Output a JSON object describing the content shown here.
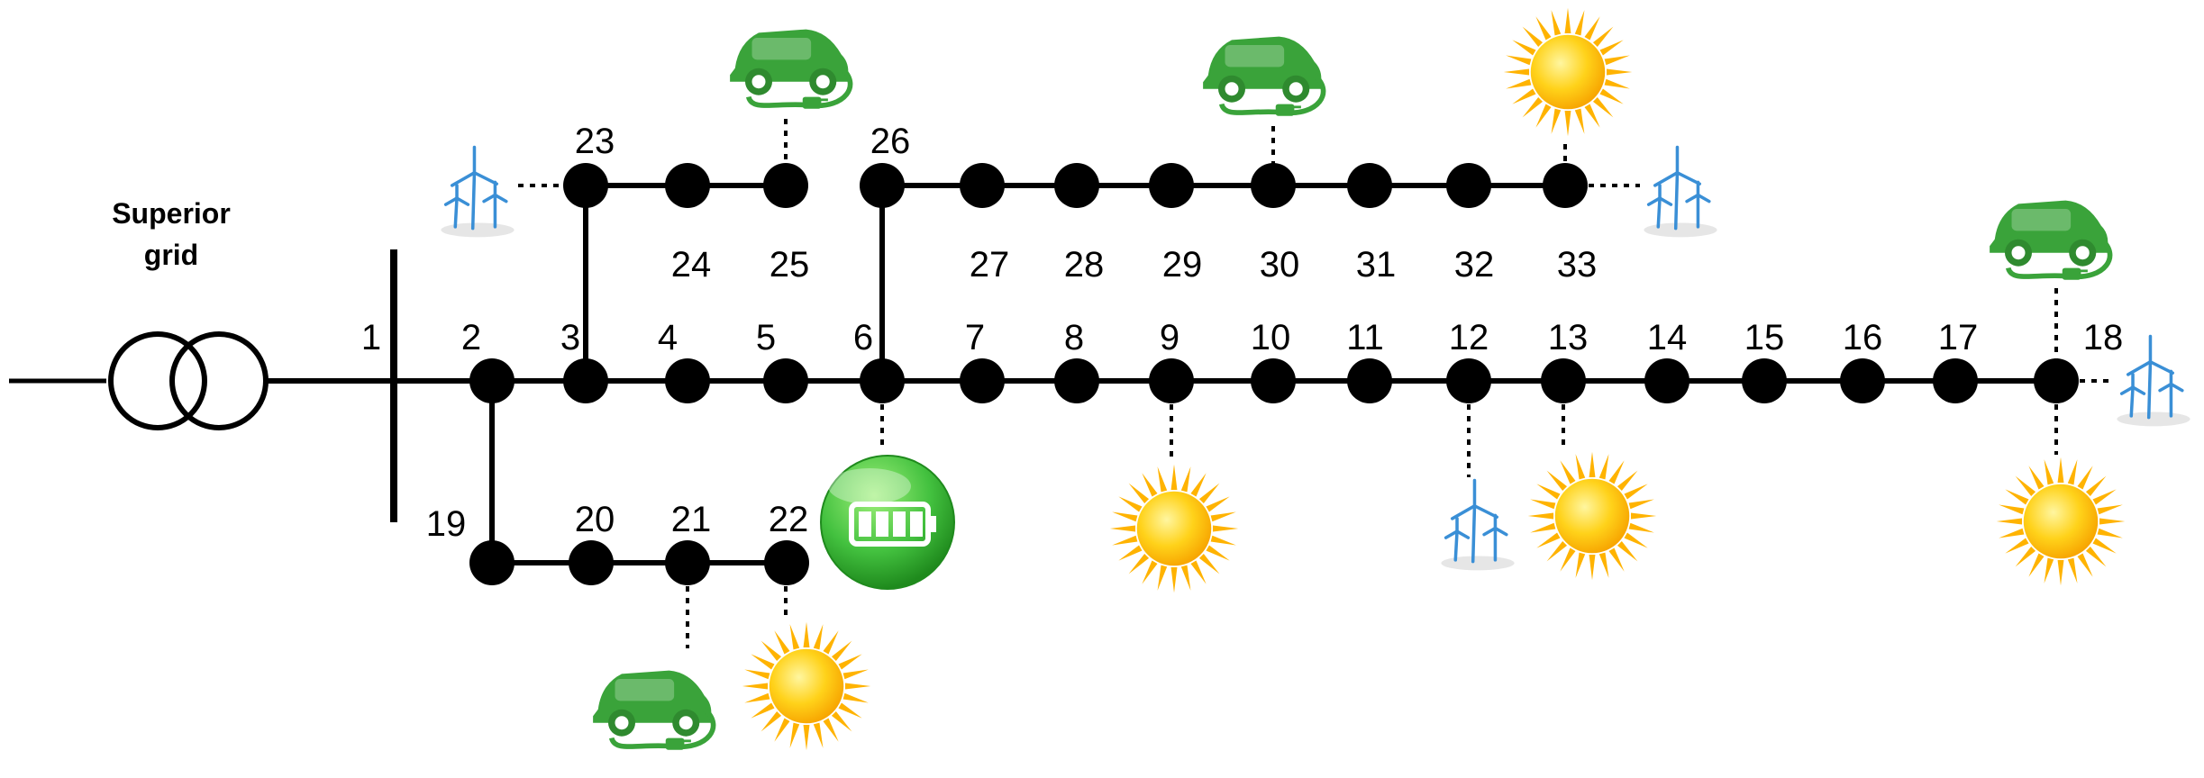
{
  "title": {
    "line1": "Superior",
    "line2": "grid"
  },
  "colors": {
    "line": "#000000",
    "node": "#000000",
    "ev": "#3aa33a",
    "sun_core": "#ffd21a",
    "sun_ray": "#ffb300",
    "battery": "#43c13f",
    "wind": "#3a8fd6"
  },
  "buses": [
    "1",
    "2",
    "3",
    "4",
    "5",
    "6",
    "7",
    "8",
    "9",
    "10",
    "11",
    "12",
    "13",
    "14",
    "15",
    "16",
    "17",
    "18",
    "19",
    "20",
    "21",
    "22",
    "23",
    "24",
    "25",
    "26",
    "27",
    "28",
    "29",
    "30",
    "31",
    "32",
    "33"
  ],
  "devices": {
    "ev": [
      "ev-charger-bus-25",
      "ev-charger-bus-30",
      "ev-charger-bus-18",
      "ev-charger-bus-21"
    ],
    "pv": [
      "solar-pv-bus-33",
      "solar-pv-bus-9",
      "solar-pv-bus-13",
      "solar-pv-bus-18",
      "solar-pv-bus-22"
    ],
    "wind": [
      "wind-turbine-bus-23",
      "wind-turbine-bus-33",
      "wind-turbine-bus-18",
      "wind-turbine-bus-12"
    ],
    "battery": [
      "energy-storage-bus-6"
    ]
  }
}
